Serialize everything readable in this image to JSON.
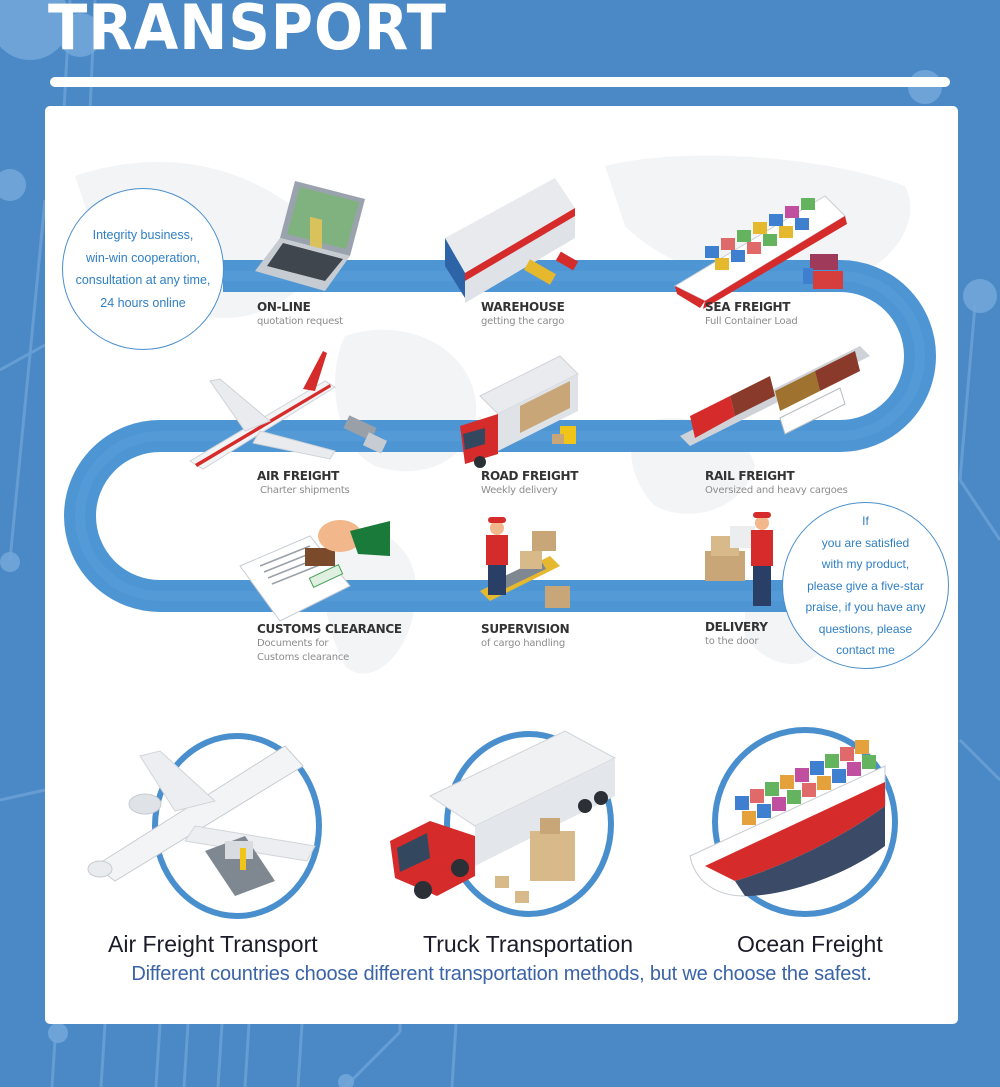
{
  "header": {
    "title": "TRANSPORT"
  },
  "colors": {
    "background": "#4a89c6",
    "road": "#4e95d4",
    "road_edge": "#3a7fc0",
    "bubble_text": "#2f7fc4",
    "step_title": "#333333",
    "step_subtitle": "#8c8c8c",
    "tagline": "#3b64a6",
    "accent_red": "#d62b2b"
  },
  "bubbles": {
    "left": {
      "lines": [
        "Integrity business,",
        "win-win cooperation,",
        "consultation at any time,",
        "24 hours online"
      ]
    },
    "right": {
      "lines": [
        "If",
        "you are satisfied",
        "with my product,",
        "please give a five-star",
        "praise, if you have any",
        "questions, please",
        "contact me"
      ]
    }
  },
  "steps": [
    {
      "title": "ON-LINE",
      "subtitle": "quotation request",
      "icon": "laptop-icon"
    },
    {
      "title": "WAREHOUSE",
      "subtitle": "getting the cargo",
      "icon": "warehouse-icon"
    },
    {
      "title": "SEA FREIGHT",
      "subtitle": "Full Container Load",
      "icon": "cargo-ship-icon"
    },
    {
      "title": "AIR FREIGHT",
      "subtitle": "Charter shipments",
      "icon": "airplane-icon"
    },
    {
      "title": "ROAD FREIGHT",
      "subtitle": "Weekly delivery",
      "icon": "truck-icon"
    },
    {
      "title": "RAIL FREIGHT",
      "subtitle": "Oversized and  heavy cargoes",
      "icon": "train-icon"
    },
    {
      "title": "CUSTOMS CLEARANCE",
      "subtitle": "Documents for",
      "subtitle2": "Customs clearance",
      "icon": "stamp-icon"
    },
    {
      "title": "SUPERVISION",
      "subtitle": "of cargo handling",
      "icon": "conveyor-worker-icon"
    },
    {
      "title": "DELIVERY",
      "subtitle": "to the door",
      "icon": "delivery-worker-icon"
    }
  ],
  "modes": [
    {
      "label": "Air Freight Transport",
      "icon": "airplane-icon"
    },
    {
      "label": "Truck Transportation",
      "icon": "truck-icon"
    },
    {
      "label": "Ocean Freight",
      "icon": "cargo-ship-icon"
    }
  ],
  "tagline": "Different countries choose different transportation methods, but we choose the safest."
}
